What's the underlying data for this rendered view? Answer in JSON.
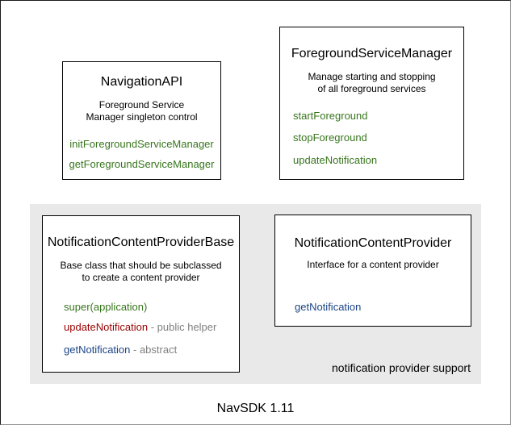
{
  "diagram": {
    "caption": "NavSDK 1.11",
    "panel_label": "notification provider support",
    "colors": {
      "method-green": "#38761d",
      "method-red": "#990000",
      "method-blue": "#1c4587",
      "suffix-gray": "#808080",
      "panel-bg": "#e9e9e9"
    },
    "boxes": {
      "navigation_api": {
        "title": "NavigationAPI",
        "description_lines": [
          "Foreground Service",
          "Manager singleton control"
        ],
        "methods": [
          {
            "label": "initForegroundServiceManager",
            "color": "green"
          },
          {
            "label": "getForegroundServiceManager",
            "color": "green"
          }
        ]
      },
      "foreground_service_manager": {
        "title": "ForegroundServiceManager",
        "description_lines": [
          "Manage starting and stopping",
          "of all foreground services"
        ],
        "methods": [
          {
            "label": "startForeground",
            "color": "green"
          },
          {
            "label": "stopForeground",
            "color": "green"
          },
          {
            "label": "updateNotification",
            "color": "green"
          }
        ]
      },
      "notification_content_provider_base": {
        "title": "NotificationContentProviderBase",
        "description_lines": [
          "Base class that should be subclassed",
          "to create a content provider"
        ],
        "methods": [
          {
            "label": "super(application)",
            "color": "green",
            "suffix": ""
          },
          {
            "label": "updateNotification",
            "color": "red",
            "suffix": " - public helper"
          },
          {
            "label": "getNotification",
            "color": "blue",
            "suffix": " - abstract"
          }
        ]
      },
      "notification_content_provider": {
        "title": "NotificationContentProvider",
        "description_lines": [
          "Interface for a content provider"
        ],
        "methods": [
          {
            "label": "getNotification",
            "color": "blue"
          }
        ]
      }
    }
  }
}
